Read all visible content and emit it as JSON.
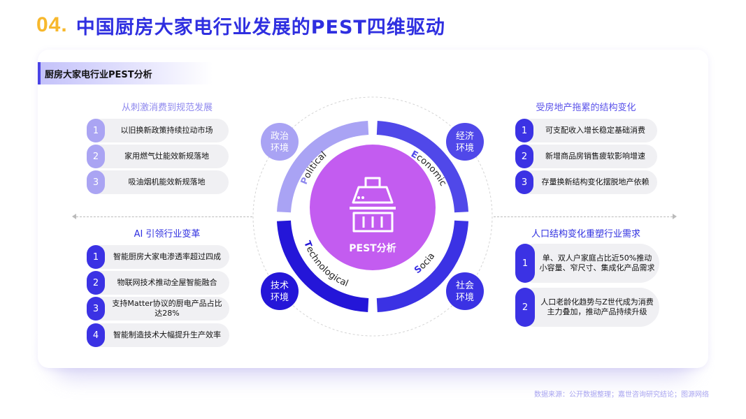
{
  "header": {
    "number": "04.",
    "title": "中国厨房大家电行业发展的PEST四维驱动"
  },
  "tag": {
    "label": "厨房大家电行业PEST分析"
  },
  "left_top": {
    "title": "从刺激消费到规范发展",
    "items": [
      {
        "num": "1",
        "label": "以旧换新政策持续拉动市场"
      },
      {
        "num": "2",
        "label": "家用燃气灶能效新规落地"
      },
      {
        "num": "3",
        "label": "吸油烟机能效新规落地"
      }
    ]
  },
  "left_bottom": {
    "title": "AI 引领行业变革",
    "items": [
      {
        "num": "1",
        "label": "智能厨房大家电渗透率超过四成"
      },
      {
        "num": "2",
        "label": "物联网技术推动全屋智能融合"
      },
      {
        "num": "3",
        "label": "支持Matter协议的厨电产品占比达28%"
      },
      {
        "num": "4",
        "label": "智能制造技术大幅提升生产效率"
      }
    ]
  },
  "right_top": {
    "title": "受房地产拖累的结构变化",
    "items": [
      {
        "num": "1",
        "label": "可支配收入增长稳定基础消费"
      },
      {
        "num": "2",
        "label": "新增商品房销售疲软影响增速"
      },
      {
        "num": "3",
        "label": "存量换新结构变化摆脱地产依赖"
      }
    ]
  },
  "right_bottom": {
    "title": "人口结构变化重塑行业需求",
    "items": [
      {
        "num": "1",
        "label": "单、双人户家庭占比近50%推动小容量、窄尺寸、集成化产品需求"
      },
      {
        "num": "2",
        "label": "人口老龄化趋势与Z世代成为消费主力叠加，推动产品持续升级"
      }
    ]
  },
  "pest": {
    "center_label": "PEST分析",
    "quadrants": {
      "political": {
        "circle_line1": "政治",
        "circle_line2": "环境",
        "arc_text": "Political"
      },
      "economic": {
        "circle_line1": "经济",
        "circle_line2": "环境",
        "arc_text": "Economic"
      },
      "technological": {
        "circle_line1": "技术",
        "circle_line2": "环境",
        "arc_text": "Technological"
      },
      "social": {
        "circle_line1": "社会",
        "circle_line2": "环境",
        "arc_text": "Social"
      }
    }
  },
  "footer": {
    "source": "数据来源：公开数据整理；嘉世咨询研究结论；图源网络"
  },
  "colors": {
    "accent_blue": "#2f2fe0",
    "accent_yellow": "#f7b82d",
    "light_purple": "#aaa4f3",
    "dark_blue": "#2a1fd8",
    "center_purple": "#c35cf0",
    "source_text": "#a8a4f0"
  },
  "icons": {
    "center": "range-hood-icon"
  }
}
